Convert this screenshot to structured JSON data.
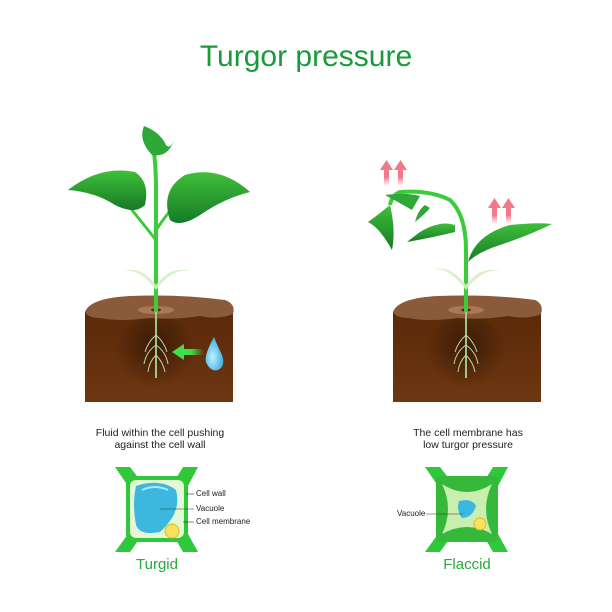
{
  "title": "Turgor pressure",
  "left_panel": {
    "caption_line1": "Fluid within the cell pushing",
    "caption_line2": "against the cell wall",
    "cell_state": "Turgid",
    "labels": {
      "cell_wall": "Cell wall",
      "vacuole": "Vacuole",
      "cell_membrane": "Cell membrane"
    },
    "icons": [
      "plant-icon",
      "soil-icon",
      "roots-icon",
      "water-drop-icon",
      "arrow-left-icon"
    ]
  },
  "right_panel": {
    "caption_line1": "The cell membrane has",
    "caption_line2": "low turgor pressure",
    "cell_state": "Flaccid",
    "labels": {
      "vacuole": "Vacuole"
    },
    "icons": [
      "wilted-plant-icon",
      "soil-icon",
      "roots-icon",
      "up-arrows-icon"
    ]
  },
  "colors": {
    "title": "#1a9a3a",
    "leaf": "#2fa83a",
    "soil_top": "#8a5a3a",
    "soil_body": "#6b3510",
    "water": "#5ec8e8",
    "vacuole": "#3cb8e0",
    "cell_wall": "#2ec83a",
    "arrow_up": "#f07a8a",
    "arrow_water": "#3ee04a"
  }
}
